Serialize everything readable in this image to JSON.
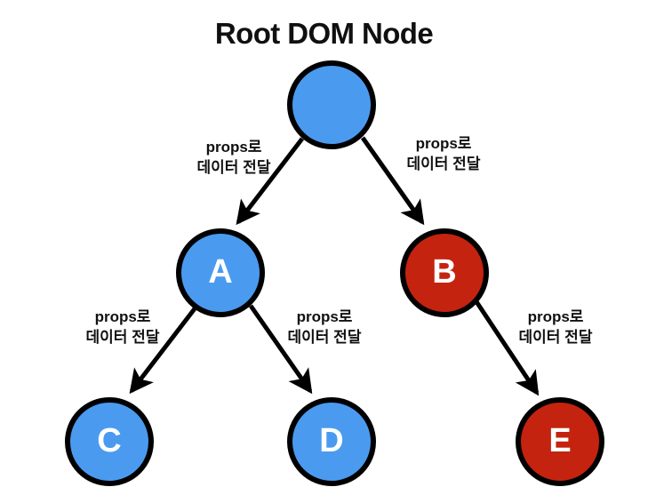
{
  "title": "Root DOM Node",
  "colors": {
    "blue": "#4a9bf0",
    "red": "#c42310",
    "stroke": "#000000",
    "label_text": "#111111",
    "background": "#ffffff"
  },
  "nodes": [
    {
      "id": "root",
      "label": "",
      "color": "blue"
    },
    {
      "id": "a",
      "label": "A",
      "color": "blue"
    },
    {
      "id": "b",
      "label": "B",
      "color": "red"
    },
    {
      "id": "c",
      "label": "C",
      "color": "blue"
    },
    {
      "id": "d",
      "label": "D",
      "color": "blue"
    },
    {
      "id": "e",
      "label": "E",
      "color": "red"
    }
  ],
  "edges": [
    {
      "id": "root-a",
      "from": "root",
      "to": "a",
      "line1": "props로",
      "line2": "데이터 전달"
    },
    {
      "id": "root-b",
      "from": "root",
      "to": "b",
      "line1": "props로",
      "line2": "데이터 전달"
    },
    {
      "id": "a-c",
      "from": "a",
      "to": "c",
      "line1": "props로",
      "line2": "데이터 전달"
    },
    {
      "id": "a-d",
      "from": "a",
      "to": "d",
      "line1": "props로",
      "line2": "데이터 전달"
    },
    {
      "id": "b-e",
      "from": "b",
      "to": "e",
      "line1": "props로",
      "line2": "데이터 전달"
    }
  ]
}
